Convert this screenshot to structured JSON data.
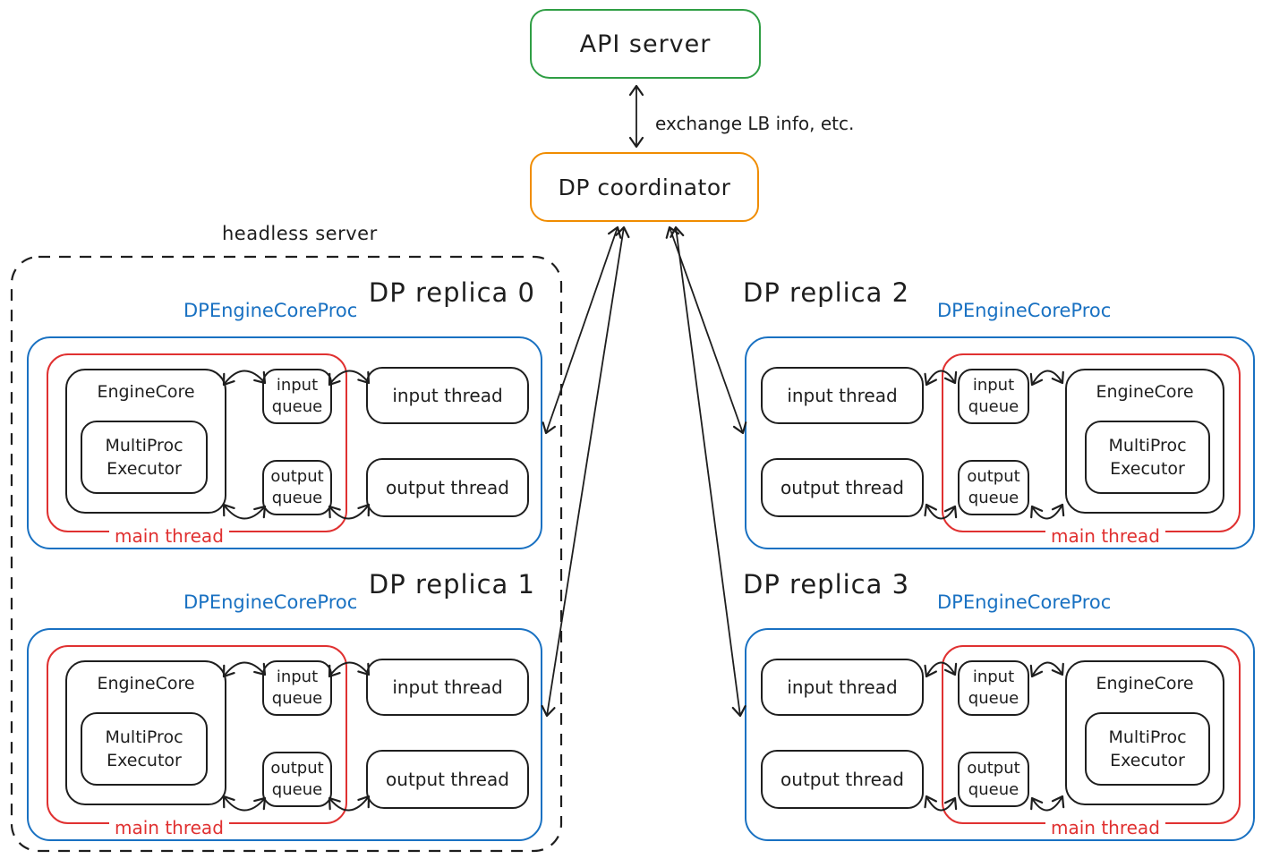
{
  "palette": {
    "green": "#2f9e44",
    "orange": "#f08c00",
    "blue": "#1971c2",
    "red": "#e03131",
    "ink": "#1e1e1e"
  },
  "api_server": {
    "label": "API server"
  },
  "coordinator": {
    "label": "DP coordinator"
  },
  "api_coordinator_link": {
    "label": "exchange LB info, etc."
  },
  "headless_server": {
    "label": "headless server"
  },
  "labels": {
    "proc": "DPEngineCoreProc",
    "main_thread": "main thread",
    "engine_core": "EngineCore",
    "executor_lines": [
      "MultiProc",
      "Executor"
    ],
    "input_queue_lines": [
      "input",
      "queue"
    ],
    "output_queue_lines": [
      "output",
      "queue"
    ],
    "input_thread": "input thread",
    "output_thread": "output thread"
  },
  "replicas": [
    {
      "title": "DP replica 0"
    },
    {
      "title": "DP replica 1"
    },
    {
      "title": "DP replica 2"
    },
    {
      "title": "DP replica 3"
    }
  ]
}
